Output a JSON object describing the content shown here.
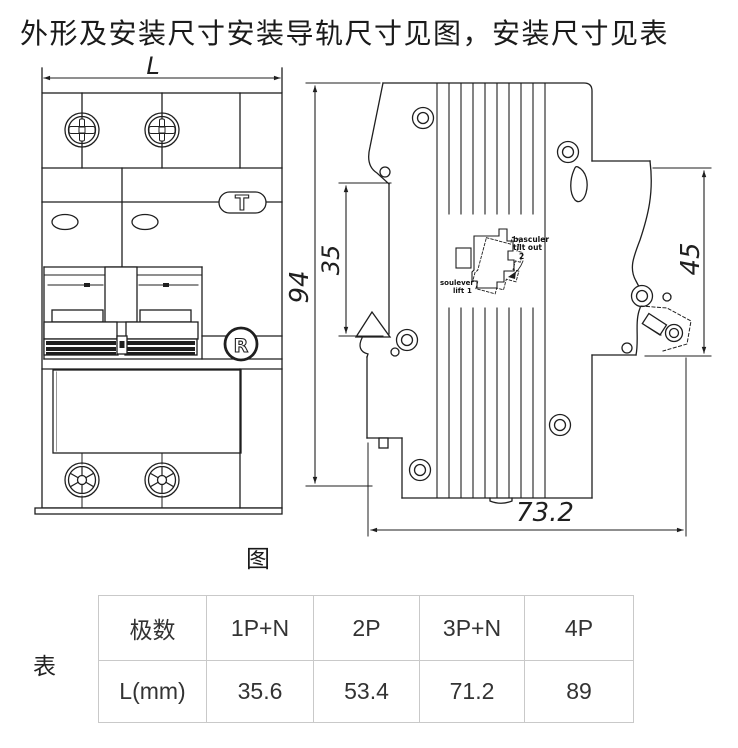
{
  "title": "外形及安装尺寸安装导轨尺寸见图，安装尺寸见表",
  "figure": {
    "caption": "图",
    "front_view": {
      "width_dim_label": "L",
      "test_button_label": "T",
      "reset_button_label": "R"
    },
    "side_view": {
      "height_dim": "94",
      "din_rail_dim": "35",
      "front_height_dim": "45",
      "depth_dim": "73.2",
      "mount_tilt_fr": "basculer",
      "mount_tilt_en": "tilt out",
      "mount_tilt_step": "2",
      "mount_lift_fr": "soulever",
      "mount_lift_en": "lift",
      "mount_lift_step": "1"
    }
  },
  "table": {
    "caption": "表",
    "headers": [
      "极数",
      "1P+N",
      "2P",
      "3P+N",
      "4P"
    ],
    "row_label": "L(mm)",
    "values": [
      "35.6",
      "53.4",
      "71.2",
      "89"
    ]
  },
  "colors": {
    "line": "#1f1f1f",
    "table_border": "#c9c9c9",
    "text": "#333333"
  }
}
